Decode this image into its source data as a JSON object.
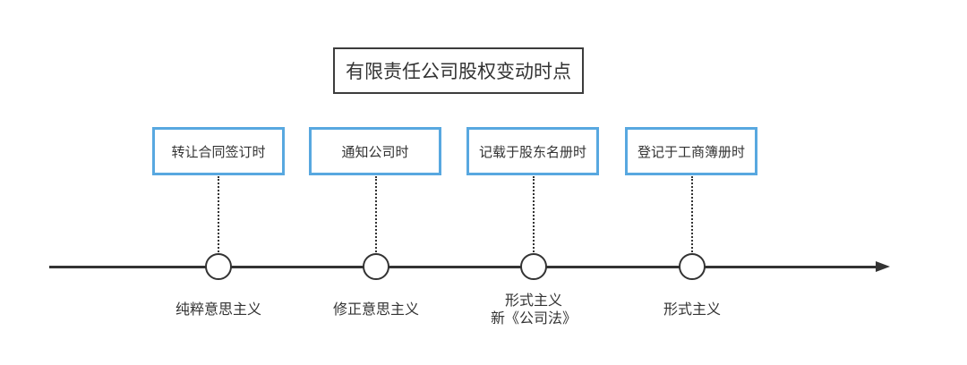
{
  "title": "有限责任公司股权变动时点",
  "events": [
    {
      "label": "转让合同签订时",
      "doctrine": [
        "纯粹意思主义"
      ]
    },
    {
      "label": "通知公司时",
      "doctrine": [
        "修正意思主义"
      ]
    },
    {
      "label": "记载于股东名册时",
      "doctrine": [
        "形式主义",
        "新《公司法》"
      ]
    },
    {
      "label": "登记于工商簿册时",
      "doctrine": [
        "形式主义"
      ]
    }
  ],
  "colors": {
    "box_border": "#58a8e0",
    "line": "#333333",
    "text": "#333333"
  }
}
